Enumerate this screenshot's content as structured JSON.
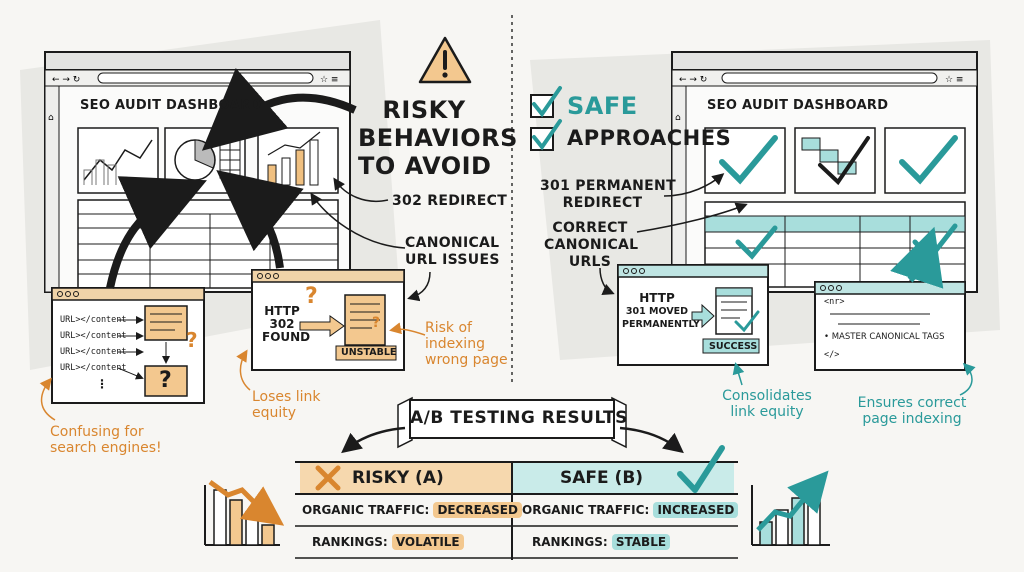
{
  "colors": {
    "risky": "#e0913a",
    "safe": "#3aa7a5",
    "ink": "#1b1b1b",
    "risky_fill": "#f3c88f",
    "safe_fill": "#a8dedc"
  },
  "icons": [
    "warning-icon",
    "checkbox-checked-icon",
    "x-mark-icon",
    "check-mark-icon",
    "trend-down-chart-icon",
    "trend-up-chart-icon"
  ],
  "left": {
    "dashboard_title": "SEO AUDIT DASHBOARD",
    "heading": [
      "RISKY",
      "BEHAVIORS",
      "TO AVOID"
    ],
    "callout_302": "302 REDIRECT",
    "callout_canonical": [
      "CANONICAL",
      "URL ISSUES"
    ],
    "url_rows": [
      "URL></content",
      "URL></content",
      "URL></content",
      "URL></content"
    ],
    "url_more": "⋮",
    "question": "?",
    "http_box": {
      "http": "HTTP",
      "code": "302",
      "status": "FOUND",
      "badge": "UNSTABLE",
      "question": "?"
    },
    "note_indexing": [
      "Risk of",
      "indexing",
      "wrong page"
    ],
    "note_link": [
      "Loses link",
      "equity"
    ],
    "note_confusing": [
      "Confusing for",
      "search engines!"
    ]
  },
  "right": {
    "dashboard_title": "SEO AUDIT DASHBOARD",
    "heading": [
      "SAFE",
      "APPROACHES"
    ],
    "callout_301": [
      "301 PERMANENT",
      "REDIRECT"
    ],
    "callout_canonical": [
      "CORRECT",
      "CANONICAL",
      "URLS"
    ],
    "http_box": {
      "http": "HTTP",
      "status": [
        "301 MOVED",
        "PERMANENTLY"
      ],
      "badge": "SUCCESS"
    },
    "code_box": {
      "line1": "<nr>",
      "item": "MASTER CANONICAL TAGS",
      "closing": "</>"
    },
    "note_consolidates": [
      "Consolidates",
      "link equity"
    ],
    "note_ensures": [
      "Ensures correct",
      "page indexing"
    ]
  },
  "ab": {
    "title": "A/B TESTING RESULTS",
    "risky_header": "RISKY (A)",
    "safe_header": "SAFE (B)",
    "risky_traffic_label": "ORGANIC TRAFFIC:",
    "risky_traffic_value": "DECREASED",
    "safe_traffic_label": "ORGANIC TRAFFIC:",
    "safe_traffic_value": "INCREASED",
    "risky_rank_label": "RANKINGS:",
    "risky_rank_value": "VOLATILE",
    "safe_rank_label": "RANKINGS:",
    "safe_rank_value": "STABLE"
  }
}
